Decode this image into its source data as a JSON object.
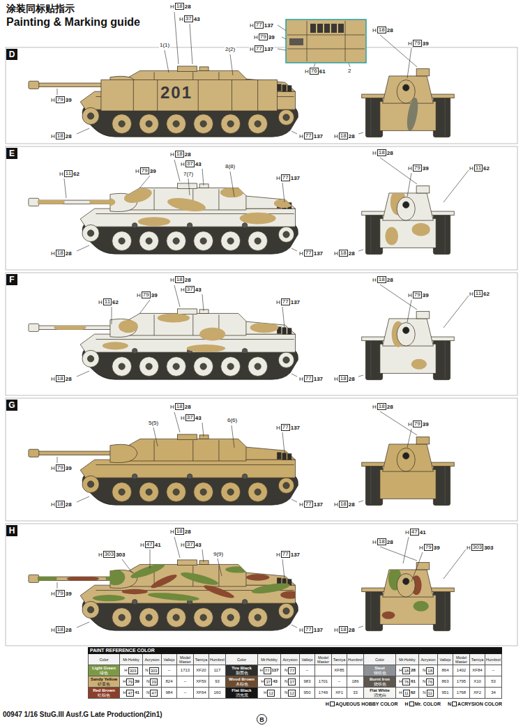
{
  "diagram": {
    "title": "Painting & Marking guide",
    "nodes": [
      {
        "text": [
          "D"
        ]
      },
      {
        "text": [
          "E"
        ]
      },
      {
        "text": [
          "F"
        ]
      },
      {
        "text": [
          "G"
        ]
      },
      {
        "text": [
          "H"
        ]
      },
      {
        "text": [
          "B"
        ]
      }
    ],
    "labels": [
      "涂装同标贴指示",
      "H",
      "18",
      "28",
      "H",
      "37",
      "43",
      "H",
      "77",
      "137",
      "H",
      "79",
      "39",
      "H",
      "77",
      "137",
      "1(1)",
      "2(2)",
      "H",
      "76",
      "61",
      "2",
      "H",
      "79",
      "39",
      "H",
      "18",
      "28",
      "H",
      "77",
      "137",
      "201",
      "H",
      "18",
      "28",
      "H",
      "79",
      "39",
      "H",
      "18",
      "28",
      "H",
      "18",
      "28",
      "H",
      "79",
      "39",
      "H",
      "37",
      "43",
      "7(7)",
      "8(8)",
      "H",
      "77",
      "137",
      "H",
      "11",
      "62",
      "H",
      "18",
      "28",
      "H",
      "77",
      "137",
      "H",
      "18",
      "28",
      "H",
      "79",
      "39",
      "H",
      "11",
      "62",
      "H",
      "18",
      "28",
      "H",
      "18",
      "28",
      "H",
      "11",
      "62",
      "H",
      "79",
      "39",
      "H",
      "37",
      "43",
      "H",
      "77",
      "137",
      "H",
      "18",
      "28",
      "H",
      "77",
      "137",
      "H",
      "18",
      "28",
      "H",
      "79",
      "39",
      "H",
      "11",
      "62",
      "H",
      "18",
      "28",
      "H",
      "18",
      "28",
      "H",
      "37",
      "43",
      "5(5)",
      "6(6)",
      "H",
      "79",
      "39",
      "H",
      "77",
      "137",
      "H",
      "18",
      "28",
      "H",
      "77",
      "137",
      "H",
      "18",
      "28",
      "H",
      "79",
      "39",
      "H",
      "18",
      "28",
      "H",
      "18",
      "28",
      "H",
      "47",
      "41",
      "H",
      "37",
      "43",
      "H",
      "303",
      "303",
      "9(9)",
      "H",
      "79",
      "39",
      "H",
      "77",
      "137",
      "H",
      "18",
      "28",
      "H",
      "77",
      "137",
      "H",
      "47",
      "41",
      "H",
      "18",
      "28",
      "H",
      "79",
      "39",
      "H",
      "303",
      "303",
      "H",
      "18",
      "28",
      "PAINT REFERENCE COLOR",
      "Color",
      "Mr.Hobby",
      "Acrysion",
      "Vallejo",
      "Model Master",
      "Tamiya",
      "Humbrol",
      "Color",
      "Mr.Hobby",
      "Acrysion",
      "Vallejo",
      "Model Master",
      "Tamiya",
      "Humbrol",
      "Color",
      "Mr.Hobby",
      "Acrysion",
      "Vallejo",
      "Model Master",
      "Tamiya",
      "Humbrol",
      "绿色",
      "H",
      "303",
      "N",
      "303",
      "–",
      "1713",
      "XF20",
      "117",
      "胎面色",
      "H",
      "77",
      "137",
      "N",
      "77",
      "–",
      "XF85",
      "钢铁色",
      "H",
      "18",
      "28",
      "N",
      "18",
      "864",
      "1402",
      "XF84",
      "–",
      "砂黄色",
      "H",
      "79",
      "39",
      "N",
      "39",
      "824",
      "–",
      "XF59",
      "93",
      "木棕色",
      "H",
      "37",
      "43",
      "N",
      "37",
      "983",
      "1701",
      "–",
      "186",
      "烧铁色",
      "H",
      "76",
      "61",
      "N",
      "76",
      "863",
      "1795",
      "X10",
      "53",
      "红棕色",
      "H",
      "47",
      "41",
      "N",
      "47",
      "984",
      "–",
      "XF64",
      "160",
      "消光黑",
      "H",
      "12",
      "N",
      "12",
      "950",
      "1749",
      "XF1",
      "33",
      "消光白",
      "H",
      "11",
      "62",
      "N",
      "11",
      "951",
      "1768",
      "XF2",
      "34",
      "H",
      "AQUEOUS HOBBY COLOR",
      "H",
      "Mr. COLOR",
      "N",
      "ACRYSION COLOR",
      "00947 1/16 StuG.III Ausf.G Late Production(2in1)"
    ],
    "legend": [
      {
        "text": "Light Green",
        "color": "#7c9a45"
      },
      {
        "text": "Tire Black",
        "color": "#2e2e2c"
      },
      {
        "text": "Steel",
        "color": "#8e9196"
      },
      {
        "text": "Sandy Yellow",
        "color": "#cfb074"
      },
      {
        "text": "Wood Brown",
        "color": "#6e4b2d"
      },
      {
        "text": "Burnt Iron",
        "color": "#5e5750"
      },
      {
        "text": "Red Brown",
        "color": "#8b3f2a"
      },
      {
        "text": "Flat Black",
        "color": "#151515"
      },
      {
        "text": "Flat White",
        "color": "#f4f4f0"
      }
    ]
  }
}
